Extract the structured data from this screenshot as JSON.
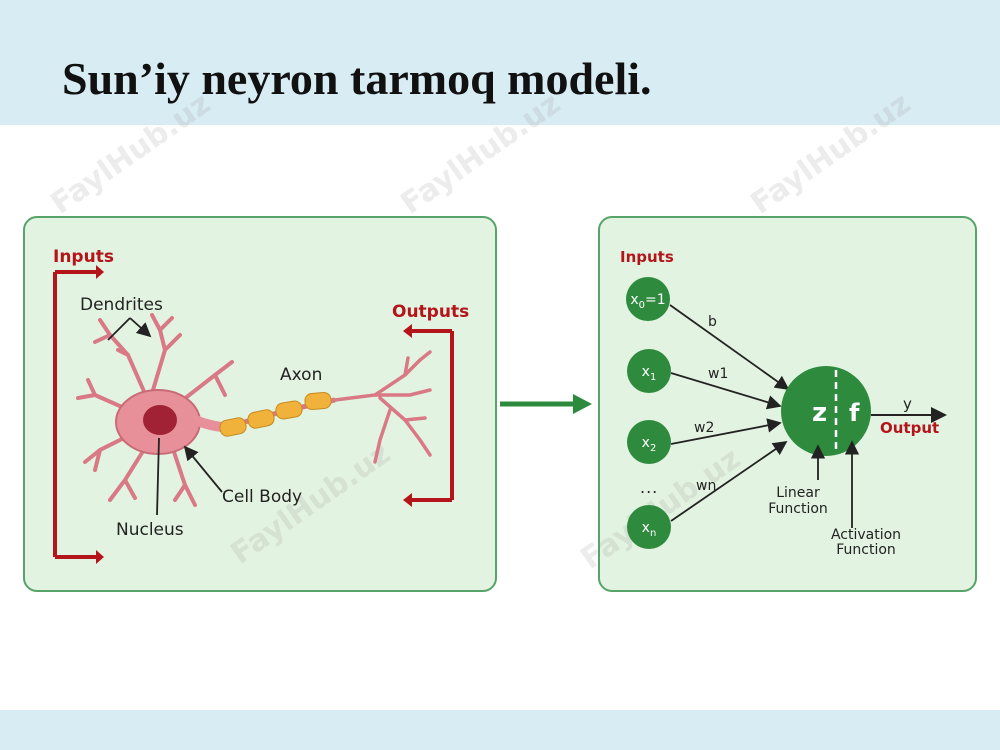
{
  "slide": {
    "title": "Sun’iy neyron tarmoq modeli.",
    "watermark": "FaylHub.uz"
  },
  "biological": {
    "inputs_label": "Inputs",
    "outputs_label": "Outputs",
    "dendrites_label": "Dendrites",
    "axon_label": "Axon",
    "cell_body_label": "Cell Body",
    "nucleus_label": "Nucleus"
  },
  "artificial": {
    "inputs_label": "Inputs",
    "nodes": [
      {
        "name": "x",
        "sub": "0",
        "suffix": "=1"
      },
      {
        "name": "x",
        "sub": "1",
        "suffix": ""
      },
      {
        "name": "x",
        "sub": "2",
        "suffix": ""
      },
      {
        "name": "x",
        "sub": "n",
        "suffix": ""
      }
    ],
    "ellipsis": "...",
    "weights": [
      "b",
      "w1",
      "w2",
      "wn"
    ],
    "sum_symbol": "z",
    "activation_symbol": "f",
    "output_symbol": "y",
    "output_label": "Output",
    "linear_label": [
      "Linear",
      "Function"
    ],
    "activation_label": [
      "Activation",
      "Function"
    ]
  },
  "colors": {
    "accent_red": "#b3151b",
    "node_green": "#2e8b3e",
    "panel_fill": "#e3f3e1",
    "neuron_pink": "#e8909a",
    "axon_orange": "#f0b23a"
  }
}
